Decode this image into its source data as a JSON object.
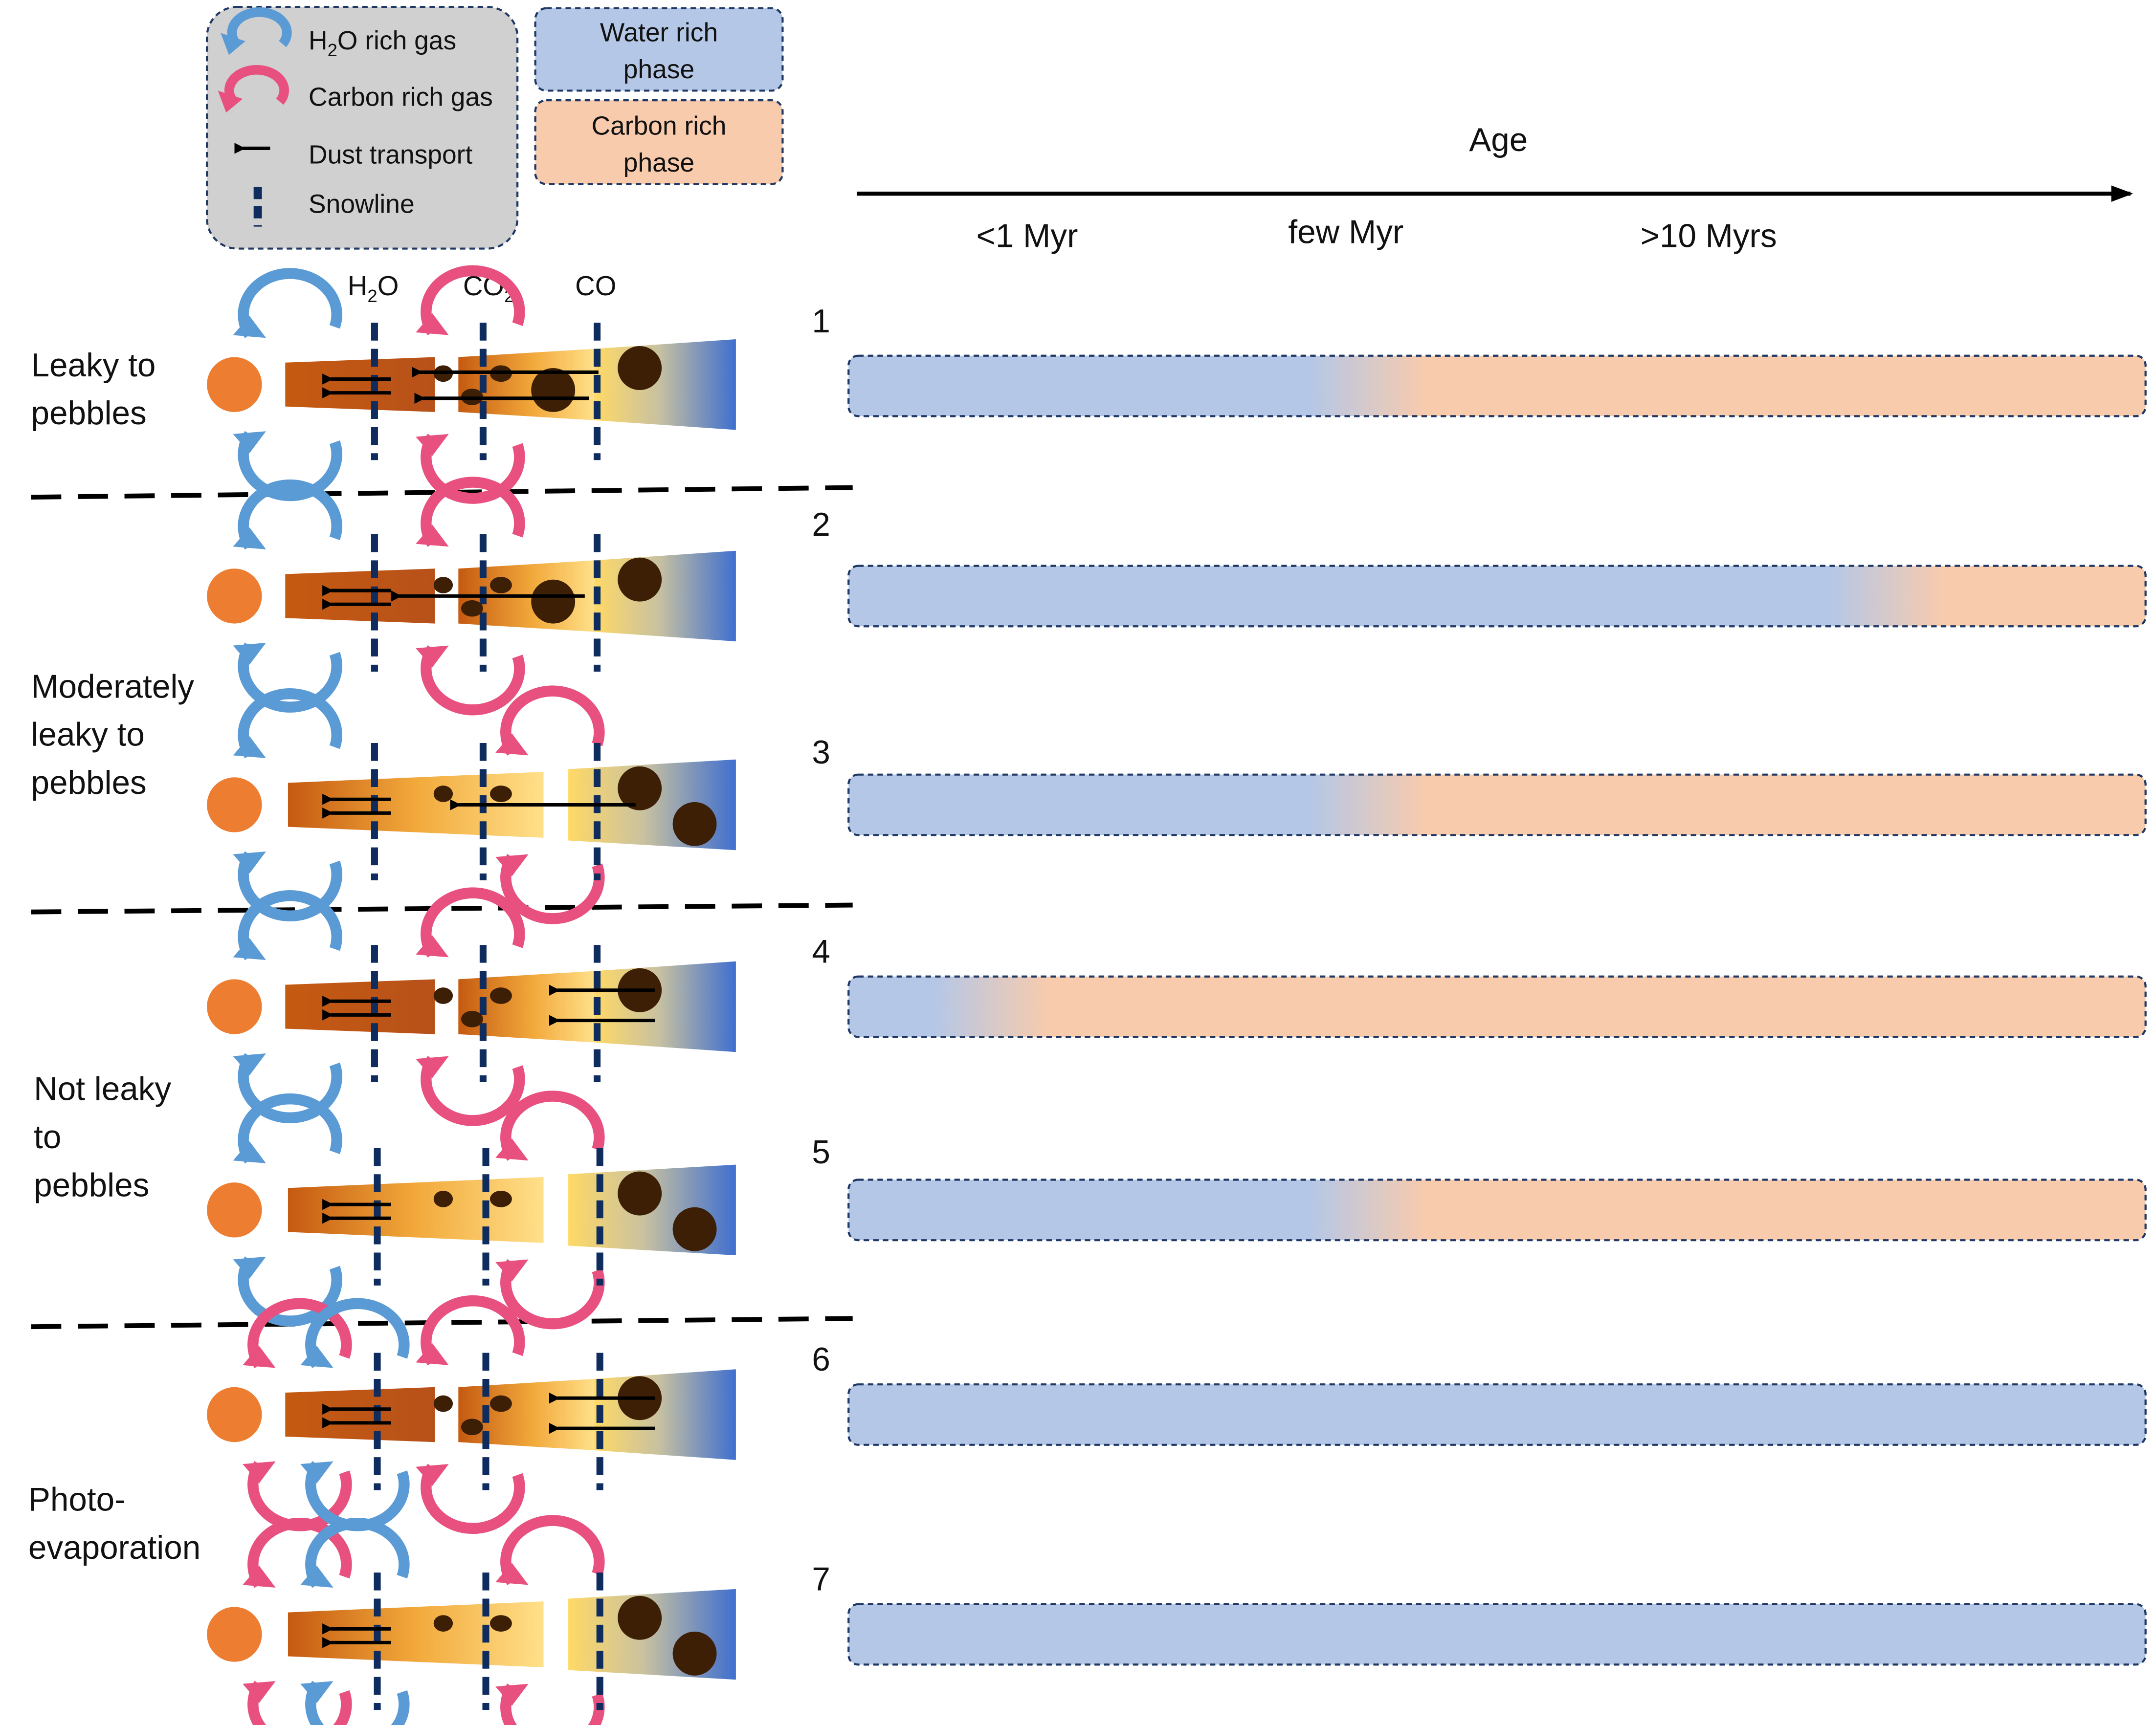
{
  "legend": {
    "h2o_gas_prefix": "H",
    "h2o_gas_sub": "2",
    "h2o_gas_suffix": "O rich gas",
    "carbon_gas": "Carbon rich gas",
    "dust_transport": "Dust transport",
    "snowline": "Snowline"
  },
  "phase_legend": {
    "water_line1": "Water rich",
    "water_line2": "phase",
    "carbon_line1": "Carbon rich",
    "carbon_line2": "phase"
  },
  "timeline": {
    "title": "Age",
    "ticks": [
      "<1 Myr",
      "few Myr",
      ">10 Myrs"
    ]
  },
  "snowlines": {
    "h2o_prefix": "H",
    "h2o_sub": "2",
    "h2o_suffix": "O",
    "co2_prefix": "CO",
    "co2_sub": "2",
    "co": "CO"
  },
  "groups": {
    "leaky_line1": "Leaky to",
    "leaky_line2": "pebbles",
    "moderate_line1": "Moderately",
    "moderate_line2": "leaky to",
    "moderate_line3": "pebbles",
    "notleaky_line1": "Not leaky",
    "notleaky_line2": "to",
    "notleaky_line3": "pebbles",
    "photo_line1": "Photo-",
    "photo_line2": "evaporation"
  },
  "scenarios": [
    {
      "number": "1",
      "transition_fraction": 0.4
    },
    {
      "number": "2",
      "transition_fraction": 0.8
    },
    {
      "number": "3",
      "transition_fraction": 0.4
    },
    {
      "number": "4",
      "transition_fraction": 0.11
    },
    {
      "number": "5",
      "transition_fraction": 0.4
    },
    {
      "number": "6",
      "transition_fraction": null
    },
    {
      "number": "7",
      "transition_fraction": null
    }
  ],
  "colors": {
    "water_phase": "#b4c7e7",
    "carbon_phase": "#f8cbad",
    "h2o_arrow": "#5b9bd5",
    "carbon_arrow": "#e8517f",
    "snowline": "#0e2c5e",
    "star": "#ed7d31",
    "legend_bg": "#d0d0d0",
    "pebble": "#3d1f06"
  }
}
